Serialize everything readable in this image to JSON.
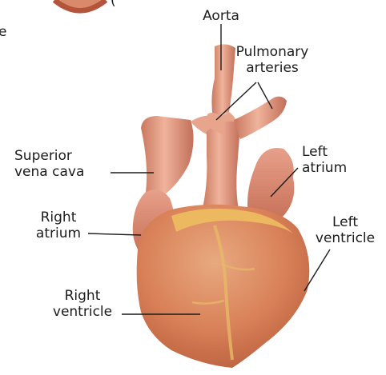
{
  "fragment": {
    "left_text": "e",
    "top_partial": "(",
    "frame_color": "#b4543a"
  },
  "labels": {
    "aorta": "Aorta",
    "pulmonary_arteries": [
      "Pulmonary",
      "arteries"
    ],
    "superior_vena_cava": [
      "Superior",
      "vena cava"
    ],
    "left_atrium": [
      "Left",
      "atrium"
    ],
    "right_atrium": [
      "Right",
      "atrium"
    ],
    "left_ventricle": [
      "Left",
      "ventricle"
    ],
    "right_ventricle": [
      "Right",
      "ventricle"
    ]
  },
  "colors": {
    "ventricle": "#d98158",
    "ventricle_shadow": "#b45a3a",
    "vessel": "#e39b82",
    "vessel_shadow": "#bd6c55",
    "fat": "#eec160",
    "leader": "#1c1c1c"
  }
}
